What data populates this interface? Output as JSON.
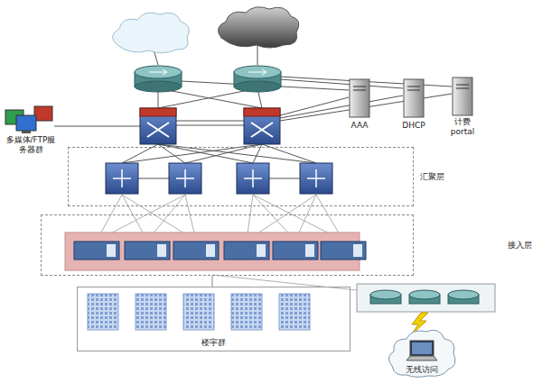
{
  "diagram": {
    "nodes": [
      {
        "text": [
          "多媒体/FTP服务器群"
        ]
      },
      {
        "text": [
          "AAA"
        ]
      },
      {
        "text": [
          "DHCP"
        ]
      },
      {
        "text": [
          "计费 portal"
        ]
      },
      {
        "text": [
          "汇聚层"
        ]
      },
      {
        "text": [
          "接入层"
        ]
      },
      {
        "text": [
          "楼宇群"
        ]
      },
      {
        "text": [
          "无线访问"
        ]
      }
    ],
    "edges": [
      {
        "from": 5,
        "to": 6,
        "arrow": "none"
      }
    ]
  }
}
